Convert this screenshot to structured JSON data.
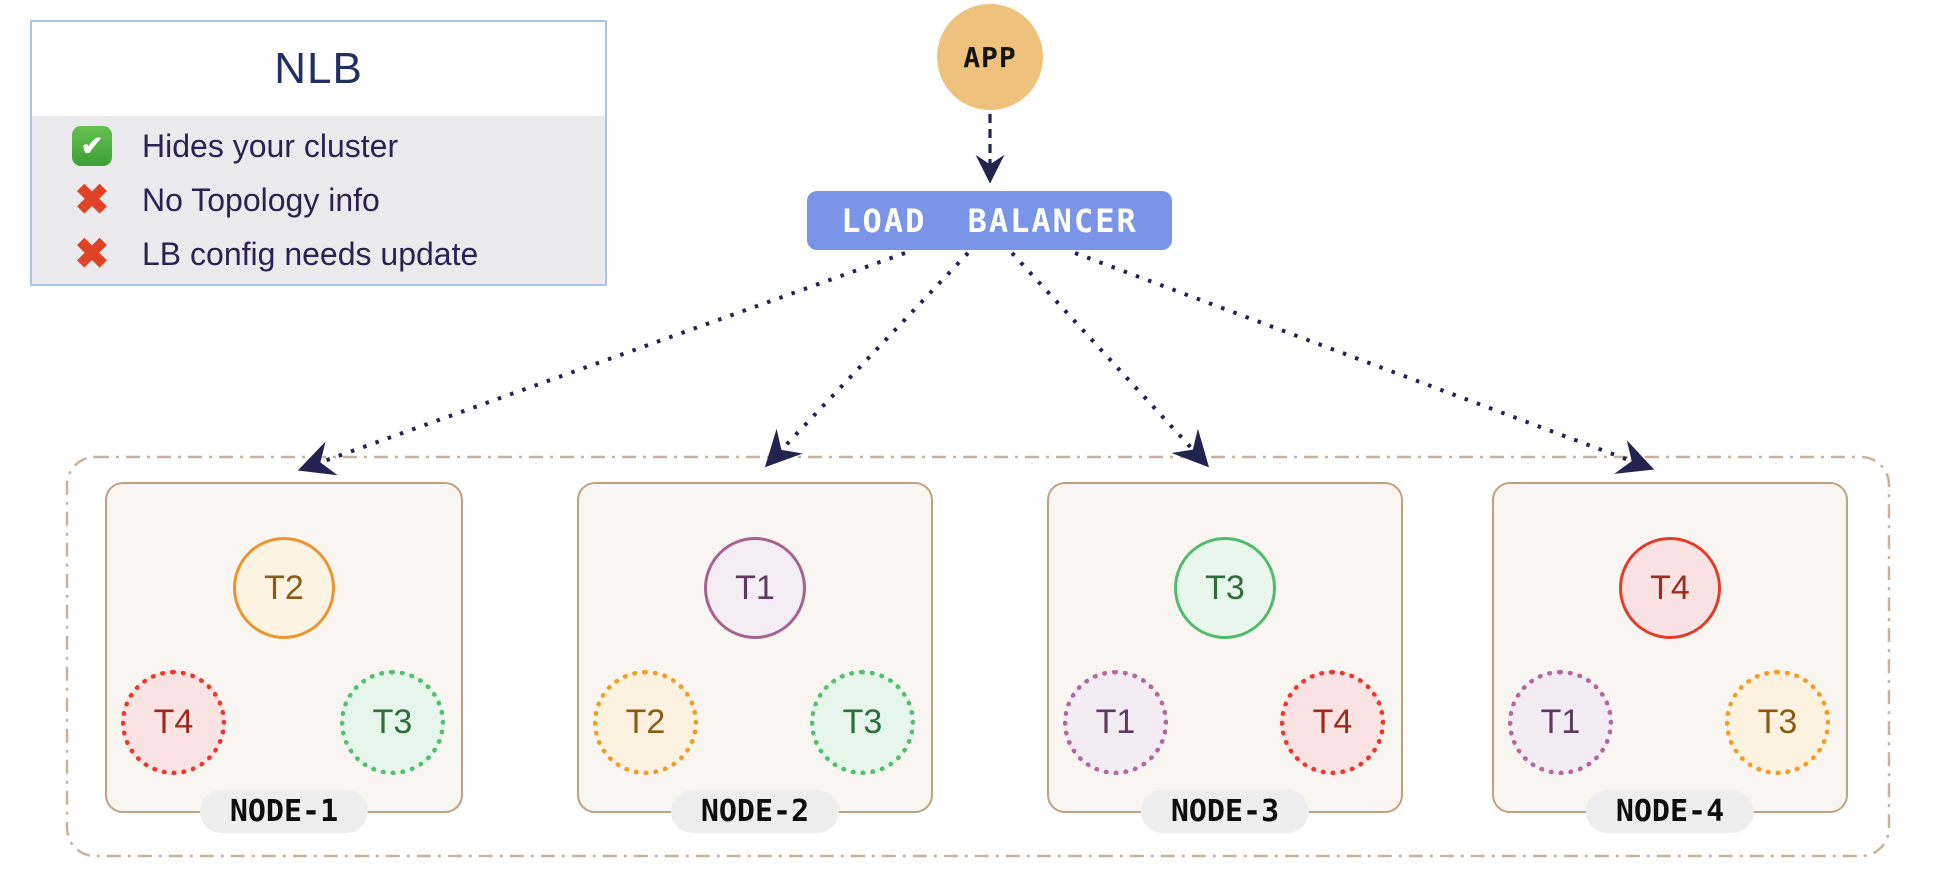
{
  "info_card": {
    "title": "NLB",
    "items": [
      {
        "icon": "check-icon",
        "text": "Hides your cluster"
      },
      {
        "icon": "cross-icon",
        "text": "No Topology info"
      },
      {
        "icon": "cross-icon",
        "text": "LB config needs update"
      }
    ]
  },
  "icons": {
    "check_glyph": "✔",
    "cross_glyph": "✖"
  },
  "app_node": {
    "label": "APP"
  },
  "load_balancer": {
    "label": "LOAD BALANCER"
  },
  "colors": {
    "arrow": "#232350",
    "lb_fill": "#7a95e8",
    "app_fill": "#eec17d",
    "info_border": "#a9c6e8",
    "info_body_bg": "#ebebed",
    "cluster_border": "#c9b29c",
    "node_border": "#c0a183",
    "node_fill": "#f9f6f2",
    "tier_orange": "#e8962e",
    "tier_red": "#e23c2b",
    "tier_green": "#52ba6e",
    "tier_purple": "#a5638f"
  },
  "cluster": {
    "nodes": [
      {
        "label": "NODE-1",
        "pods": [
          {
            "label": "T2",
            "tier_color": "orange",
            "border": "solid"
          },
          {
            "label": "T4",
            "tier_color": "red",
            "border": "dotted"
          },
          {
            "label": "T3",
            "tier_color": "green",
            "border": "dotted"
          }
        ]
      },
      {
        "label": "NODE-2",
        "pods": [
          {
            "label": "T1",
            "tier_color": "purple",
            "border": "solid"
          },
          {
            "label": "T2",
            "tier_color": "orange",
            "border": "dotted"
          },
          {
            "label": "T3",
            "tier_color": "green",
            "border": "dotted"
          }
        ]
      },
      {
        "label": "NODE-3",
        "pods": [
          {
            "label": "T3",
            "tier_color": "green",
            "border": "solid"
          },
          {
            "label": "T1",
            "tier_color": "purple",
            "border": "dotted"
          },
          {
            "label": "T4",
            "tier_color": "red",
            "border": "dotted"
          }
        ]
      },
      {
        "label": "NODE-4",
        "pods": [
          {
            "label": "T4",
            "tier_color": "red",
            "border": "solid"
          },
          {
            "label": "T1",
            "tier_color": "purple",
            "border": "dotted"
          },
          {
            "label": "T3",
            "tier_color": "orange",
            "border": "dotted"
          }
        ]
      }
    ]
  }
}
